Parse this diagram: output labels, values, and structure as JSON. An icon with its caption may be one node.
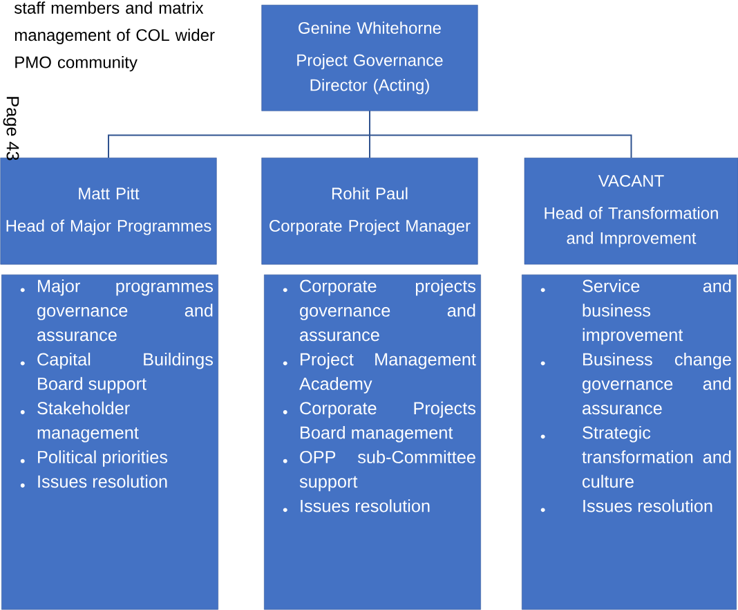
{
  "diagram": {
    "nodes": [
      {
        "text": [
          "Genine Whitehorne",
          "Project Governance Director (Acting)"
        ]
      },
      {
        "text": [
          "Matt Pitt",
          "Head of Major Programmes"
        ]
      },
      {
        "text": [
          "Rohit Paul",
          "Corporate Project Manager"
        ]
      },
      {
        "text": [
          "VACANT",
          "Head of Transformation and Improvement"
        ]
      },
      {
        "text": [
          "Major programmes governance and assurance",
          "Capital Buildings Board support",
          "Stakeholder management",
          "Political priorities",
          "Issues resolution"
        ]
      },
      {
        "text": [
          "Corporate projects governance and assurance",
          "Project Management Academy",
          "Corporate Projects Board management",
          "OPP sub-Committee support",
          "Issues resolution"
        ]
      },
      {
        "text": [
          "Service and business improvement",
          "Business change governance and assurance",
          "Strategic transformation and culture",
          "Issues resolution"
        ]
      }
    ],
    "edges": [
      {
        "from": 0,
        "to": 1,
        "arrow": "none"
      },
      {
        "from": 0,
        "to": 2,
        "arrow": "none"
      },
      {
        "from": 0,
        "to": 3,
        "arrow": "none"
      }
    ],
    "labels": [
      "staff members and matrix management of COL wider PMO community",
      "Page 43"
    ]
  }
}
